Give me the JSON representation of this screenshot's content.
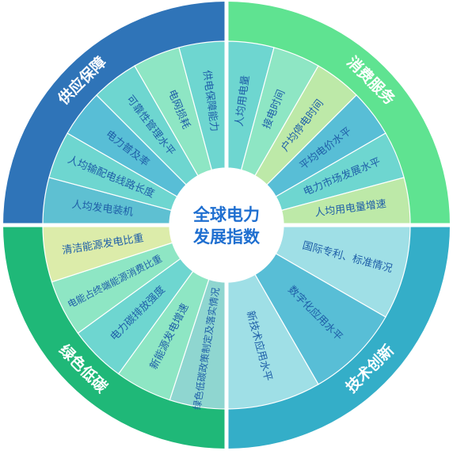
{
  "center": {
    "line1": "全球电力",
    "line2": "发展指数"
  },
  "quadrants": [
    {
      "label": "供应保障",
      "color": "#2f74b8",
      "segments": [
        "人均发电装机",
        "人均输配电线路长度",
        "电力普及率",
        "可靠性管理水平",
        "电网损耗",
        "供电保障能力"
      ],
      "segment_colors": [
        "#5ec0d2",
        "#6ed6d0",
        "#58bed6",
        "#6ed6d0",
        "#8ee6c4",
        "#6ed6d0"
      ]
    },
    {
      "label": "消费服务",
      "color": "#5fe391",
      "segments": [
        "人均用电量",
        "接电时间",
        "户均停电时间",
        "平均电价水平",
        "电力市场发展水平",
        "人均用电量增速"
      ],
      "segment_colors": [
        "#6ed6d0",
        "#8ee6c4",
        "#bde9a8",
        "#58bed6",
        "#6ed6d0",
        "#bde9a8"
      ]
    },
    {
      "label": "技术创新",
      "color": "#34aec8",
      "segments": [
        "国际专利、标准情况",
        "数字化应用水平",
        "新技术应用水平"
      ],
      "segment_colors": [
        "#9fdfe6",
        "#58bed6",
        "#9fdfe6"
      ]
    },
    {
      "label": "绿色低碳",
      "color": "#1fb878",
      "segments": [
        "绿色低碳政策制定及落实情况",
        "新能源发电增速",
        "电力碳排放强度",
        "电能占终端能源消费比重",
        "清洁能源发电比重"
      ],
      "segment_colors": [
        "#8fd6d0",
        "#8ee6c4",
        "#6ed6d0",
        "#8ee6c4",
        "#dcecaa"
      ]
    }
  ]
}
